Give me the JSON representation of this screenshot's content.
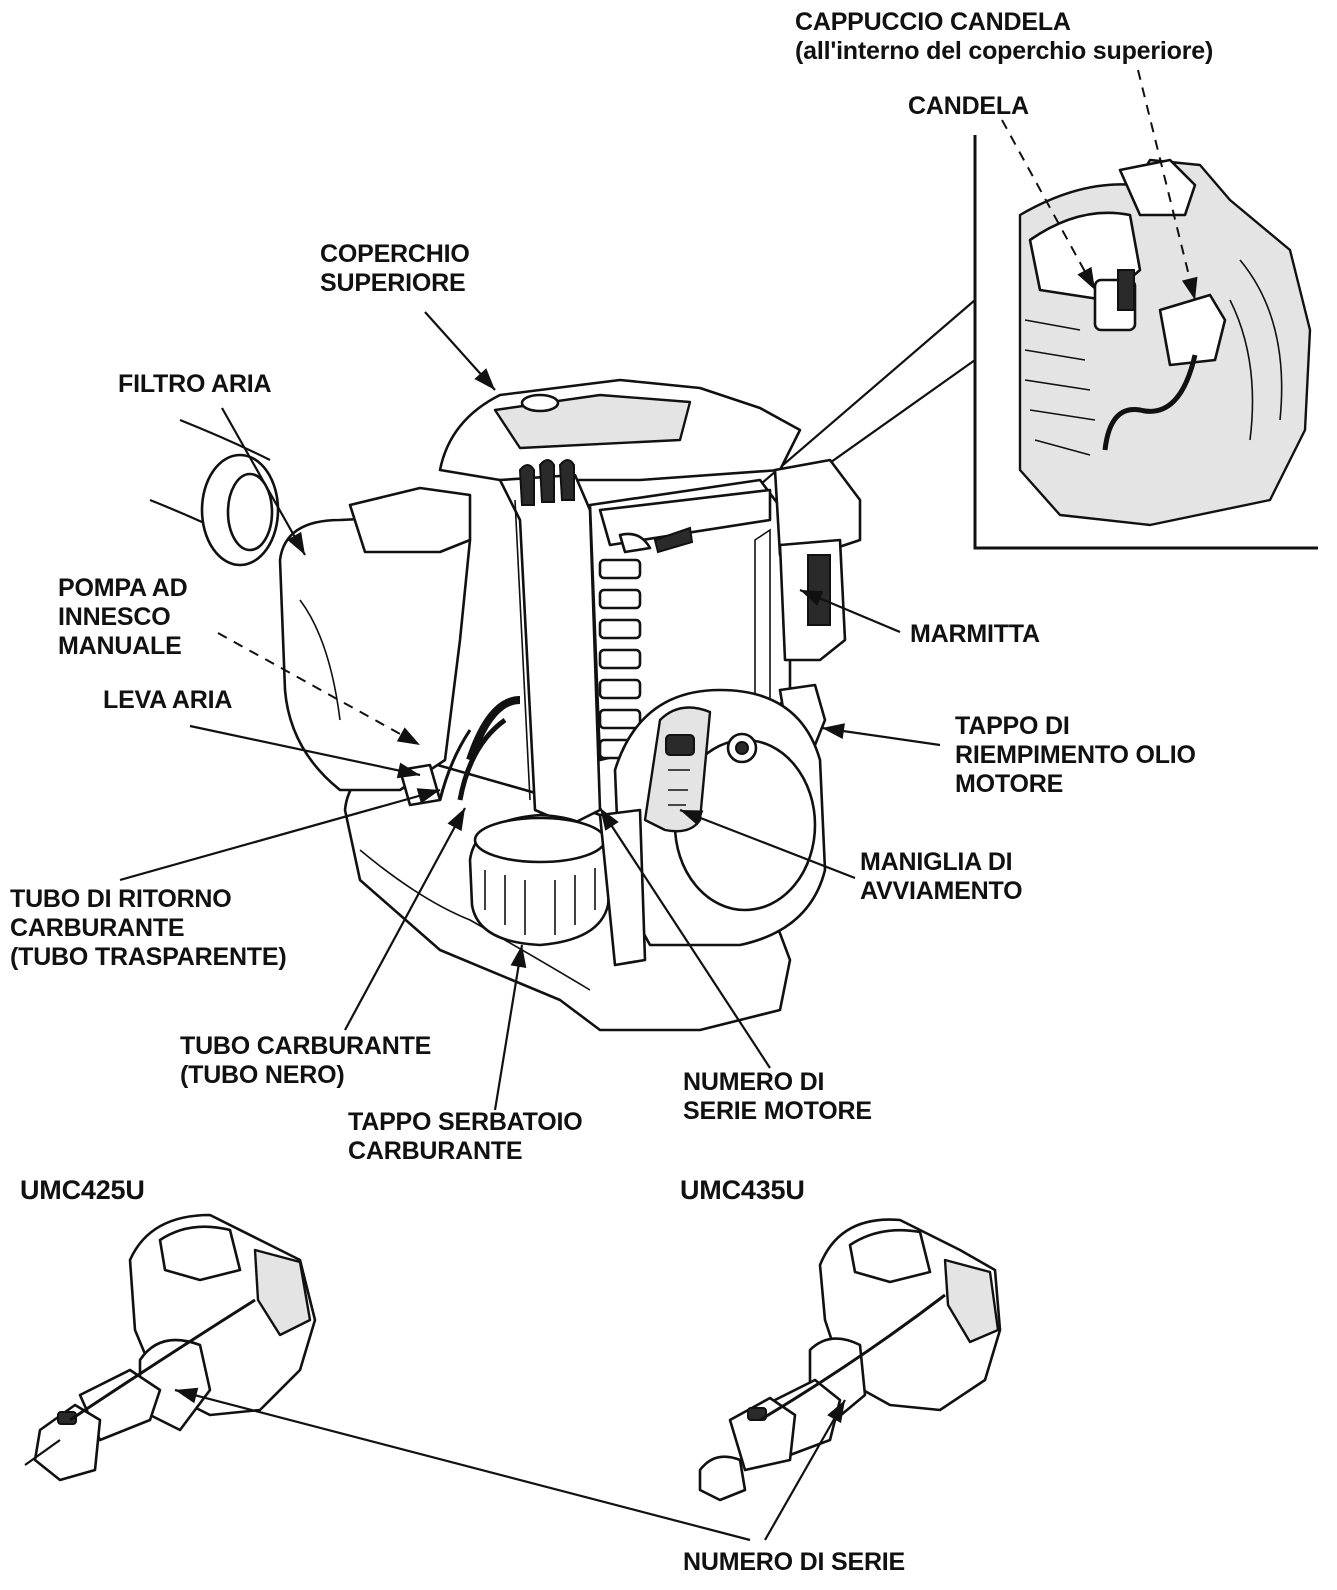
{
  "labels": {
    "cappuccio_candela": [
      "CAPPUCCIO CANDELA",
      "(all'interno del coperchio superiore)"
    ],
    "candela": [
      "CANDELA"
    ],
    "coperchio_superiore": [
      "COPERCHIO",
      "SUPERIORE"
    ],
    "filtro_aria": [
      "FILTRO ARIA"
    ],
    "pompa_innesco": [
      "POMPA AD",
      "INNESCO",
      "MANUALE"
    ],
    "leva_aria": [
      "LEVA ARIA"
    ],
    "marmitta": [
      "MARMITTA"
    ],
    "tappo_olio": [
      "TAPPO DI",
      "RIEMPIMENTO OLIO",
      "MOTORE"
    ],
    "maniglia_avviamento": [
      "MANIGLIA DI",
      "AVVIAMENTO"
    ],
    "tubo_ritorno": [
      "TUBO DI RITORNO",
      "CARBURANTE",
      "(TUBO TRASPARENTE)"
    ],
    "tubo_carburante": [
      "TUBO CARBURANTE",
      "(TUBO NERO)"
    ],
    "tappo_serbatoio": [
      "TAPPO SERBATOIO",
      "CARBURANTE"
    ],
    "numero_serie_motore": [
      "NUMERO DI",
      "SERIE MOTORE"
    ],
    "numero_serie": [
      "NUMERO DI SERIE"
    ]
  },
  "models": {
    "left": "UMC425U",
    "right": "UMC435U"
  }
}
